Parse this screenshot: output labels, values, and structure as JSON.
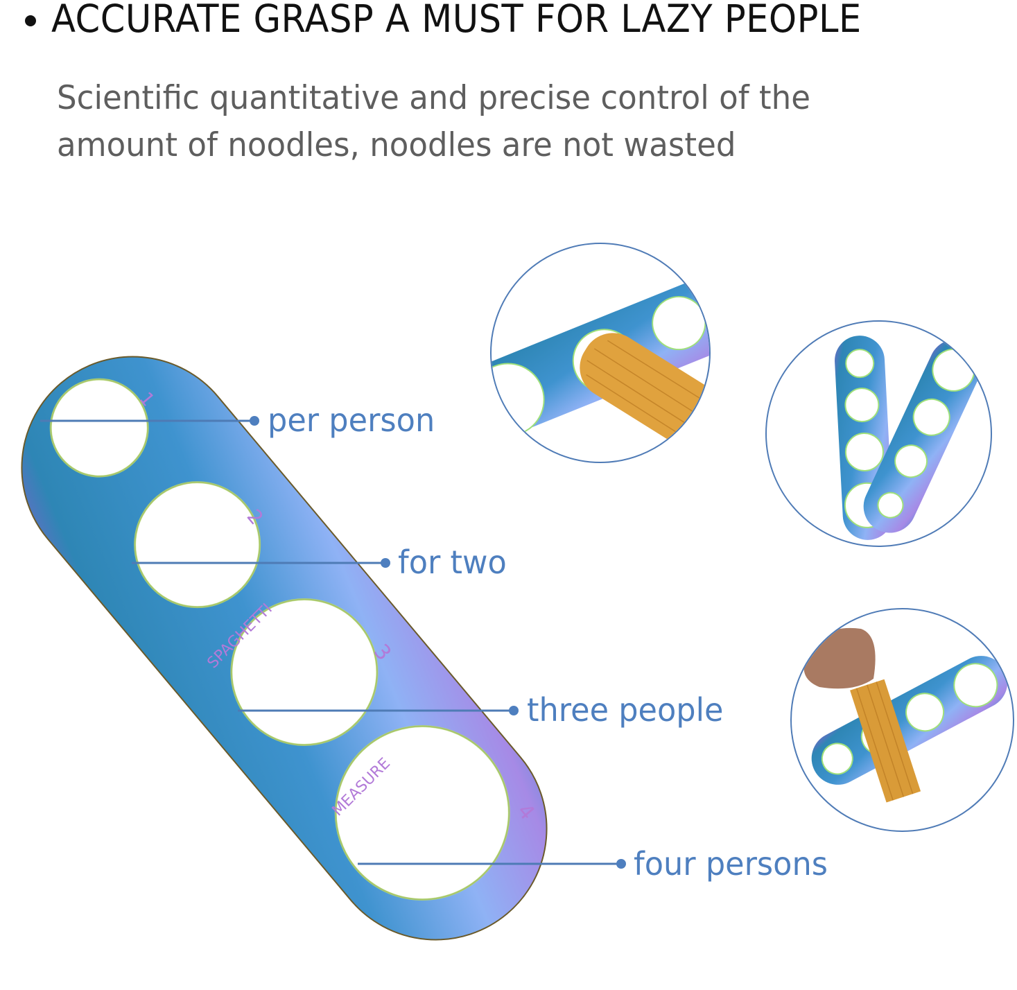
{
  "header": {
    "bullet_icon": "bullet-dot",
    "title": "ACCURATE GRASP A MUST FOR LAZY PEOPLE",
    "subtitle_line1": "Scientific quantitative and precise control of the",
    "subtitle_line2": "amount of noodles, noodles are not wasted"
  },
  "product": {
    "name": "spaghetti-measure-tool",
    "engraving_1": "SPAGHETTI",
    "engraving_2": "MEASURE",
    "hole_numbers": [
      "1",
      "2",
      "3",
      "4"
    ]
  },
  "callouts": [
    {
      "hole": "1",
      "label": "per person"
    },
    {
      "hole": "2",
      "label": "for two"
    },
    {
      "hole": "3",
      "label": "three people"
    },
    {
      "hole": "4",
      "label": "four persons"
    }
  ],
  "insets": [
    {
      "id": "inset-spaghetti-through-hole",
      "depicts": "spaghetti bundle passing through a hole of the measuring tool"
    },
    {
      "id": "inset-two-tools",
      "depicts": "two rainbow measuring tools crossed"
    },
    {
      "id": "inset-hand-measuring",
      "depicts": "hand holding spaghetti through the measuring tool"
    }
  ],
  "colors": {
    "title": "#111111",
    "subtitle": "#5e5e5e",
    "callout": "#4e7fbf",
    "inset_border": "#4f7bb6",
    "tool_teal": "#2f86b8",
    "tool_blue": "#5f9fe0",
    "tool_violet": "#a98ae6",
    "engraving": "#b27ad8",
    "spaghetti": "#e0a23e"
  }
}
